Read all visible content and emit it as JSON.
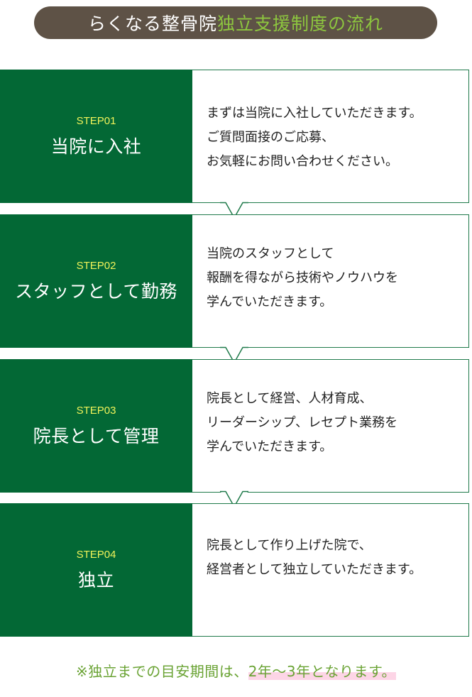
{
  "header": {
    "title_main": "らくなる整骨院",
    "title_accent": "独立支援制度の流れ"
  },
  "steps": [
    {
      "number": "STEP01",
      "title": "当院に入社",
      "description": "まずは当院に入社していただきます。\nご質問面接のご応募、\nお気軽にお問い合わせください。"
    },
    {
      "number": "STEP02",
      "title": "スタッフとして勤務",
      "description": "当院のスタッフとして\n報酬を得ながら技術やノウハウを\n学んでいただきます。"
    },
    {
      "number": "STEP03",
      "title": "院長として管理",
      "description": "院長として経営、人材育成、\nリーダーシップ、レセプト業務を\n学んでいただきます。"
    },
    {
      "number": "STEP04",
      "title": "独立",
      "description": "院長として作り上げた院で、\n経営者として独立していただきます。"
    }
  ],
  "footer": {
    "note_prefix": "※独立までの目安期間は、",
    "note_highlight": "2年〜3年となります。"
  },
  "colors": {
    "header_bg": "#5e5246",
    "accent_green": "#8dc63f",
    "step_green": "#036835",
    "step_number": "#f0f35a",
    "footer_text": "#6aa334",
    "highlight_pink": "#fdd5e6"
  }
}
